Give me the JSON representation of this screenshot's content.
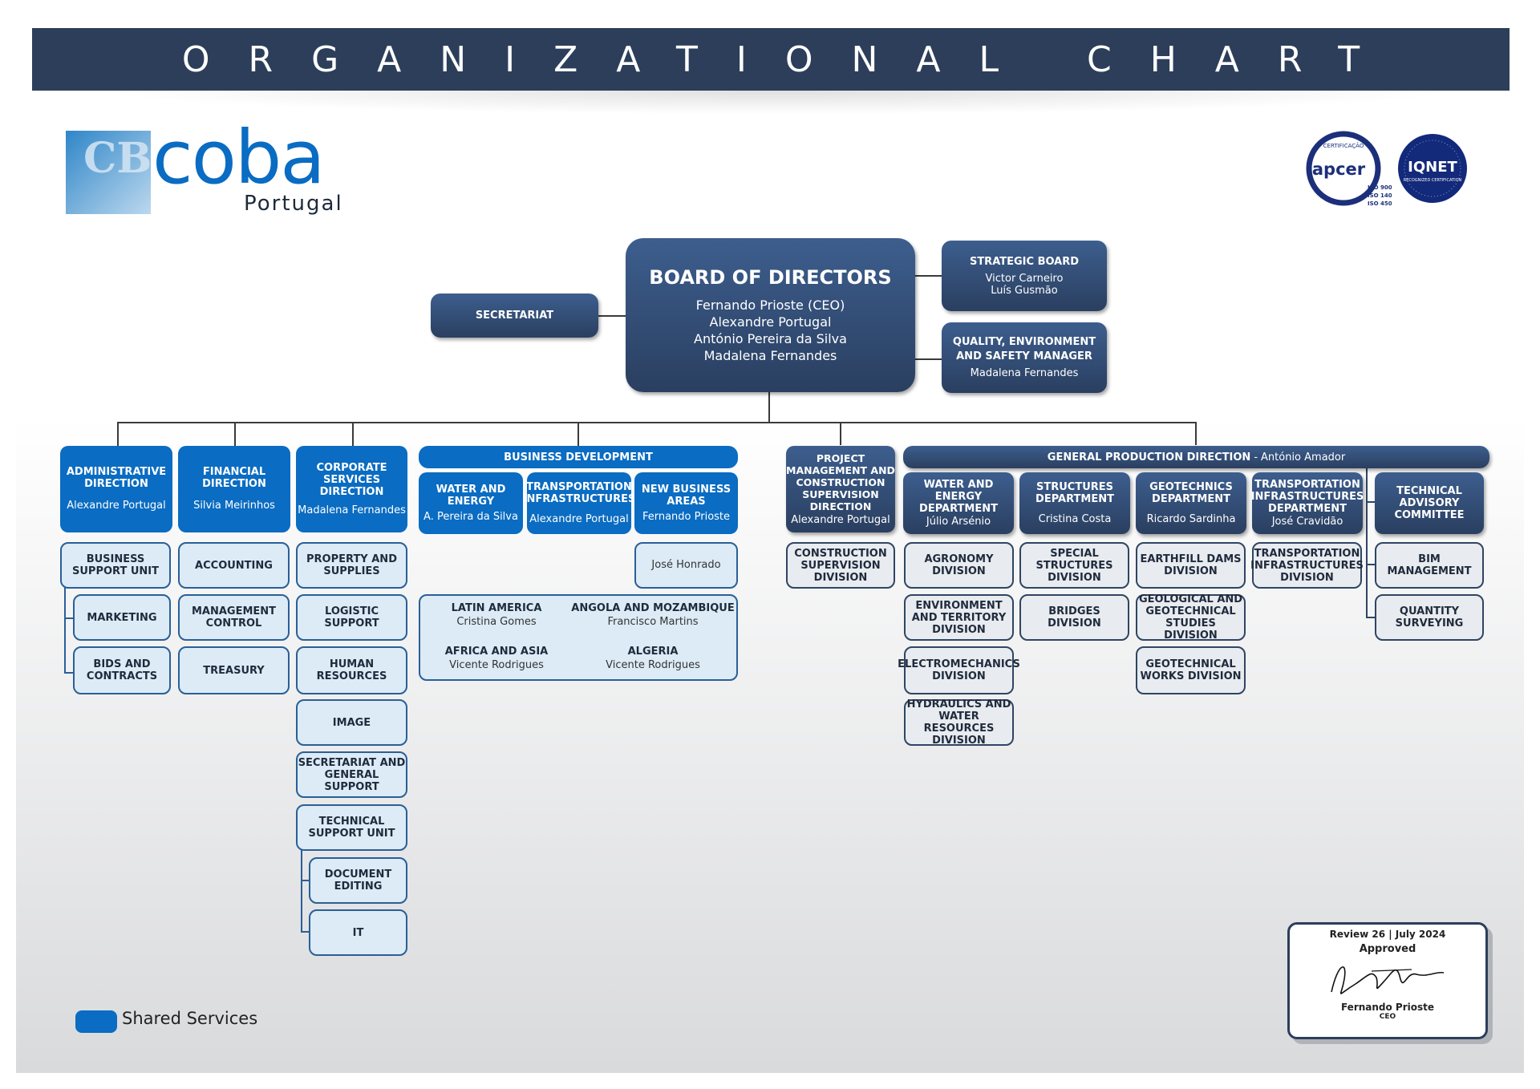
{
  "header": {
    "title": "ORGANIZATIONAL CHART"
  },
  "logo": {
    "name": "coba",
    "subtitle": "Portugal",
    "mark": "CBC"
  },
  "certifications": {
    "apcer": {
      "ring_text": "CERTIFICAÇÃO",
      "name": "apcer",
      "standards": [
        "ISO 9001",
        "ISO 14001",
        "ISO 45001"
      ]
    },
    "iqnet": {
      "name": "IQNET",
      "caption": "RECOGNIZED CERTIFICATION"
    }
  },
  "top": {
    "board": {
      "title": "BOARD OF DIRECTORS",
      "members": [
        "Fernando Prioste (CEO)",
        "Alexandre Portugal",
        "António Pereira da Silva",
        "Madalena Fernandes"
      ]
    },
    "secretariat": {
      "title": "SECRETARIAT"
    },
    "strategic": {
      "title": "STRATEGIC BOARD",
      "members": [
        "Victor Carneiro",
        "Luís Gusmão"
      ]
    },
    "quality": {
      "title": "QUALITY, ENVIRONMENT AND SAFETY MANAGER",
      "member": "Madalena Fernandes"
    }
  },
  "admin": {
    "title": "ADMINISTRATIVE DIRECTION",
    "name": "Alexandre Portugal",
    "items": [
      "BUSINESS SUPPORT UNIT",
      "MARKETING",
      "BIDS AND CONTRACTS"
    ]
  },
  "financial": {
    "title": "FINANCIAL DIRECTION",
    "name": "Silvia Meirinhos",
    "items": [
      "ACCOUNTING",
      "MANAGEMENT CONTROL",
      "TREASURY"
    ]
  },
  "corporate": {
    "title": "CORPORATE SERVICES DIRECTION",
    "name": "Madalena Fernandes",
    "items": [
      "PROPERTY AND SUPPLIES",
      "LOGISTIC SUPPORT",
      "HUMAN RESOURCES",
      "IMAGE",
      "SECRETARIAT AND GENERAL SUPPORT",
      "TECHNICAL SUPPORT UNIT",
      "DOCUMENT EDITING",
      "IT"
    ]
  },
  "business": {
    "title": "BUSINESS DEVELOPMENT",
    "units": [
      {
        "title": "WATER AND ENERGY",
        "name": "A. Pereira da Silva"
      },
      {
        "title": "TRANSPORTATION INFRASTRUCTURES",
        "name": "Alexandre Portugal"
      },
      {
        "title": "NEW BUSINESS AREAS",
        "name": "Fernando Prioste"
      }
    ],
    "extra": "José Honrado",
    "regions": [
      {
        "title": "LATIN AMERICA",
        "name": "Cristina Gomes"
      },
      {
        "title": "ANGOLA AND MOZAMBIQUE",
        "name": "Francisco Martins"
      },
      {
        "title": "AFRICA AND ASIA",
        "name": "Vicente Rodrigues"
      },
      {
        "title": "ALGERIA",
        "name": "Vicente Rodrigues"
      }
    ]
  },
  "project": {
    "title": "PROJECT MANAGEMENT AND CONSTRUCTION SUPERVISION DIRECTION",
    "name": "Alexandre Portugal",
    "items": [
      "CONSTRUCTION SUPERVISION DIVISION"
    ]
  },
  "production": {
    "title": "GENERAL PRODUCTION DIRECTION",
    "name": "António Amador",
    "departments": [
      {
        "title": "WATER AND ENERGY DEPARTMENT",
        "name": "Júlio Arsénio",
        "items": [
          "AGRONOMY DIVISION",
          "ENVIRONMENT AND TERRITORY DIVISION",
          "ELECTROMECHANICS DIVISION",
          "HYDRAULICS AND WATER RESOURCES DIVISION"
        ]
      },
      {
        "title": "STRUCTURES DEPARTMENT",
        "name": "Cristina Costa",
        "items": [
          "SPECIAL STRUCTURES DIVISION",
          "BRIDGES DIVISION"
        ]
      },
      {
        "title": "GEOTECHNICS DEPARTMENT",
        "name": "Ricardo Sardinha",
        "items": [
          "EARTHFILL DAMS DIVISION",
          "GEOLOGICAL AND GEOTECHNICAL STUDIES DIVISION",
          "GEOTECHNICAL WORKS DIVISION"
        ]
      },
      {
        "title": "TRANSPORTATION INFRASTRUCTURES DEPARTMENT",
        "name": "José Cravidão",
        "items": [
          "TRANSPORTATION INFRASTRUCTURES DIVISION"
        ]
      }
    ],
    "committee": {
      "title": "TECHNICAL ADVISORY COMMITTEE",
      "items": [
        "BIM MANAGEMENT",
        "QUANTITY SURVEYING"
      ]
    }
  },
  "legend": {
    "label": "Shared Services",
    "color": "#0a6cc2"
  },
  "approval": {
    "review": "Review 26 | July 2024",
    "status": "Approved",
    "signer": "Fernando Prioste",
    "role": "CEO"
  },
  "colors": {
    "navy": "#2c3e5a",
    "shared_blue": "#0a6cc2",
    "light_fill": "#dcebf6",
    "grey_fill": "#e8ebef"
  }
}
